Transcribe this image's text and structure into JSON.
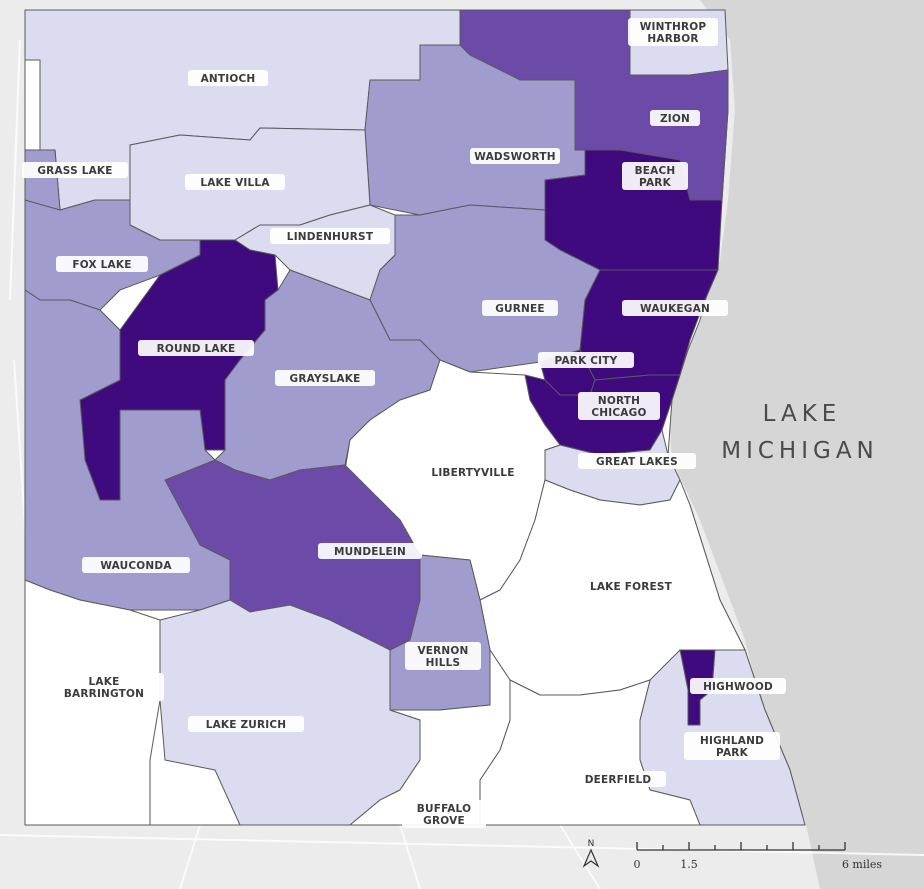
{
  "colors": {
    "c1": "#dcdcf0",
    "c2": "#a09cce",
    "c3": "#6c4ba8",
    "c4": "#3f0a7d",
    "white": "#ffffff",
    "water": "#d6d6d6",
    "outside": "#ececec",
    "border": "#5a5a5a"
  },
  "water_body": {
    "line1": "LAKE",
    "line2": "MICHIGAN"
  },
  "regions": [
    {
      "id": "antioch",
      "lines": [
        "ANTIOCH"
      ],
      "shade": "c1"
    },
    {
      "id": "winthrop-harbor",
      "lines": [
        "WINTHROP",
        "HARBOR"
      ],
      "shade": "c1"
    },
    {
      "id": "zion",
      "lines": [
        "ZION"
      ],
      "shade": "c3"
    },
    {
      "id": "wadsworth",
      "lines": [
        "WADSWORTH"
      ],
      "shade": "c2"
    },
    {
      "id": "beach-park",
      "lines": [
        "BEACH",
        "PARK"
      ],
      "shade": "c4"
    },
    {
      "id": "grass-lake",
      "lines": [
        "GRASS LAKE"
      ],
      "shade": "c2"
    },
    {
      "id": "lake-villa",
      "lines": [
        "LAKE VILLA"
      ],
      "shade": "c1"
    },
    {
      "id": "lindenhurst",
      "lines": [
        "LINDENHURST"
      ],
      "shade": "c1"
    },
    {
      "id": "fox-lake",
      "lines": [
        "FOX LAKE"
      ],
      "shade": "c2"
    },
    {
      "id": "gurnee",
      "lines": [
        "GURNEE"
      ],
      "shade": "c2"
    },
    {
      "id": "waukegan",
      "lines": [
        "WAUKEGAN"
      ],
      "shade": "c4"
    },
    {
      "id": "round-lake",
      "lines": [
        "ROUND LAKE"
      ],
      "shade": "c4"
    },
    {
      "id": "grayslake",
      "lines": [
        "GRAYSLAKE"
      ],
      "shade": "c2"
    },
    {
      "id": "park-city",
      "lines": [
        "PARK CITY"
      ],
      "shade": "c4"
    },
    {
      "id": "north-chicago",
      "lines": [
        "NORTH",
        "CHICAGO"
      ],
      "shade": "c4"
    },
    {
      "id": "great-lakes",
      "lines": [
        "GREAT LAKES"
      ],
      "shade": "c1"
    },
    {
      "id": "libertyville",
      "lines": [
        "LIBERTYVILLE"
      ],
      "shade": "white"
    },
    {
      "id": "mundelein",
      "lines": [
        "MUNDELEIN"
      ],
      "shade": "c3"
    },
    {
      "id": "wauconda",
      "lines": [
        "WAUCONDA"
      ],
      "shade": "c2"
    },
    {
      "id": "lake-forest",
      "lines": [
        "LAKE FOREST"
      ],
      "shade": "white"
    },
    {
      "id": "vernon-hills",
      "lines": [
        "VERNON",
        "HILLS"
      ],
      "shade": "c2"
    },
    {
      "id": "lake-barrington",
      "lines": [
        "LAKE",
        "BARRINGTON"
      ],
      "shade": "white"
    },
    {
      "id": "highwood",
      "lines": [
        "HIGHWOOD"
      ],
      "shade": "c4"
    },
    {
      "id": "lake-zurich",
      "lines": [
        "LAKE ZURICH"
      ],
      "shade": "c1"
    },
    {
      "id": "highland-park",
      "lines": [
        "HIGHLAND",
        "PARK"
      ],
      "shade": "c1"
    },
    {
      "id": "deerfield",
      "lines": [
        "DEERFIELD"
      ],
      "shade": "white"
    },
    {
      "id": "buffalo-grove",
      "lines": [
        "BUFFALO",
        "GROVE"
      ],
      "shade": "white"
    }
  ],
  "scale_bar": {
    "labels": [
      "0",
      "1.5",
      "6 miles"
    ],
    "north_label": "N"
  }
}
